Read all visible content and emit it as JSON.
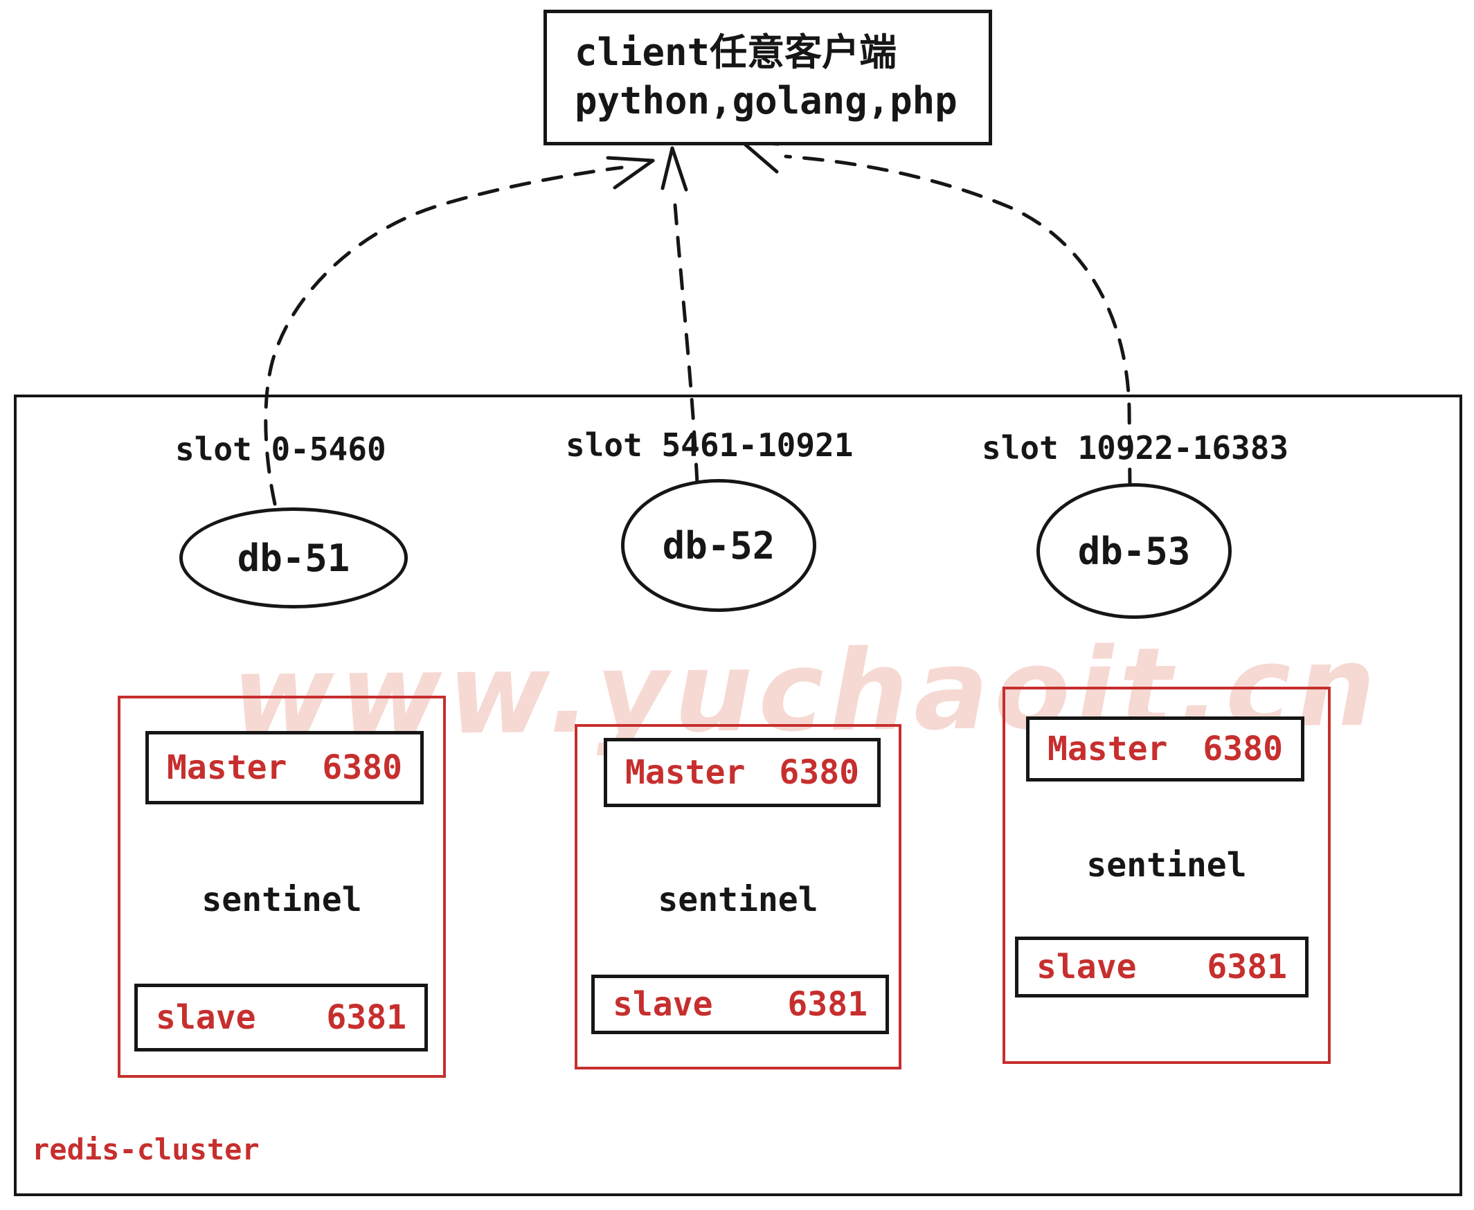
{
  "client_box": {
    "line1": "client任意客户端",
    "line2": "python,golang,php"
  },
  "watermark": "www.yuchaoit.cn",
  "cluster": {
    "label": "redis-cluster",
    "shards": [
      {
        "slot": "slot 0-5460",
        "db": "db-51",
        "master_label": "Master",
        "master_port": "6380",
        "sentinel_label": "sentinel",
        "slave_label": "slave",
        "slave_port": "6381"
      },
      {
        "slot": "slot 5461-10921",
        "db": "db-52",
        "master_label": "Master",
        "master_port": "6380",
        "sentinel_label": "sentinel",
        "slave_label": "slave",
        "slave_port": "6381"
      },
      {
        "slot": "slot 10922-16383",
        "db": "db-53",
        "master_label": "Master",
        "master_port": "6380",
        "sentinel_label": "sentinel",
        "slave_label": "slave",
        "slave_port": "6381"
      }
    ]
  },
  "colors": {
    "accent_red": "#c62f2e",
    "ink_black": "#161616",
    "watermark_pink": "#de7662"
  }
}
